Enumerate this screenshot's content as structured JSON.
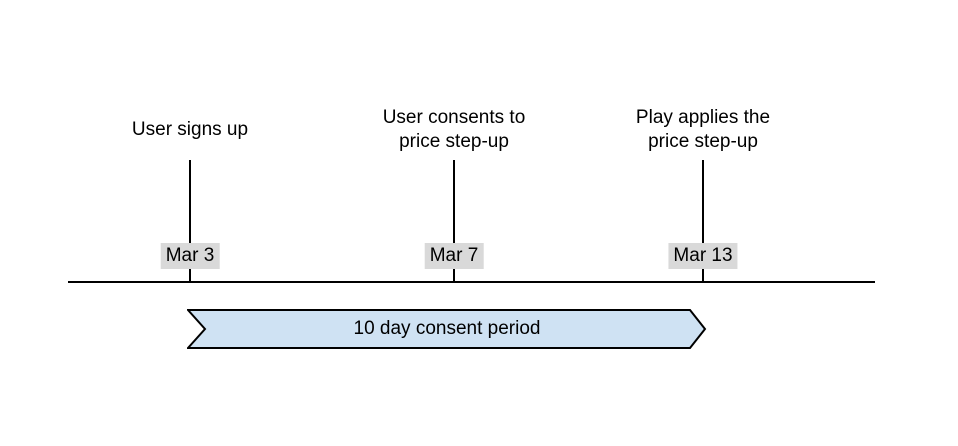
{
  "timeline": {
    "events": [
      {
        "title": "User signs up",
        "date": "Mar 3"
      },
      {
        "title": "User consents to price step-up",
        "date": "Mar 7"
      },
      {
        "title": "Play applies the price step-up",
        "date": "Mar 13"
      }
    ],
    "banner": {
      "label": "10 day consent period"
    }
  },
  "colors": {
    "background": "#ffffff",
    "line": "#000000",
    "text": "#000000",
    "date_badge_bg": "#d9d9d9",
    "banner_fill": "#cfe2f3",
    "banner_border": "#000000"
  }
}
